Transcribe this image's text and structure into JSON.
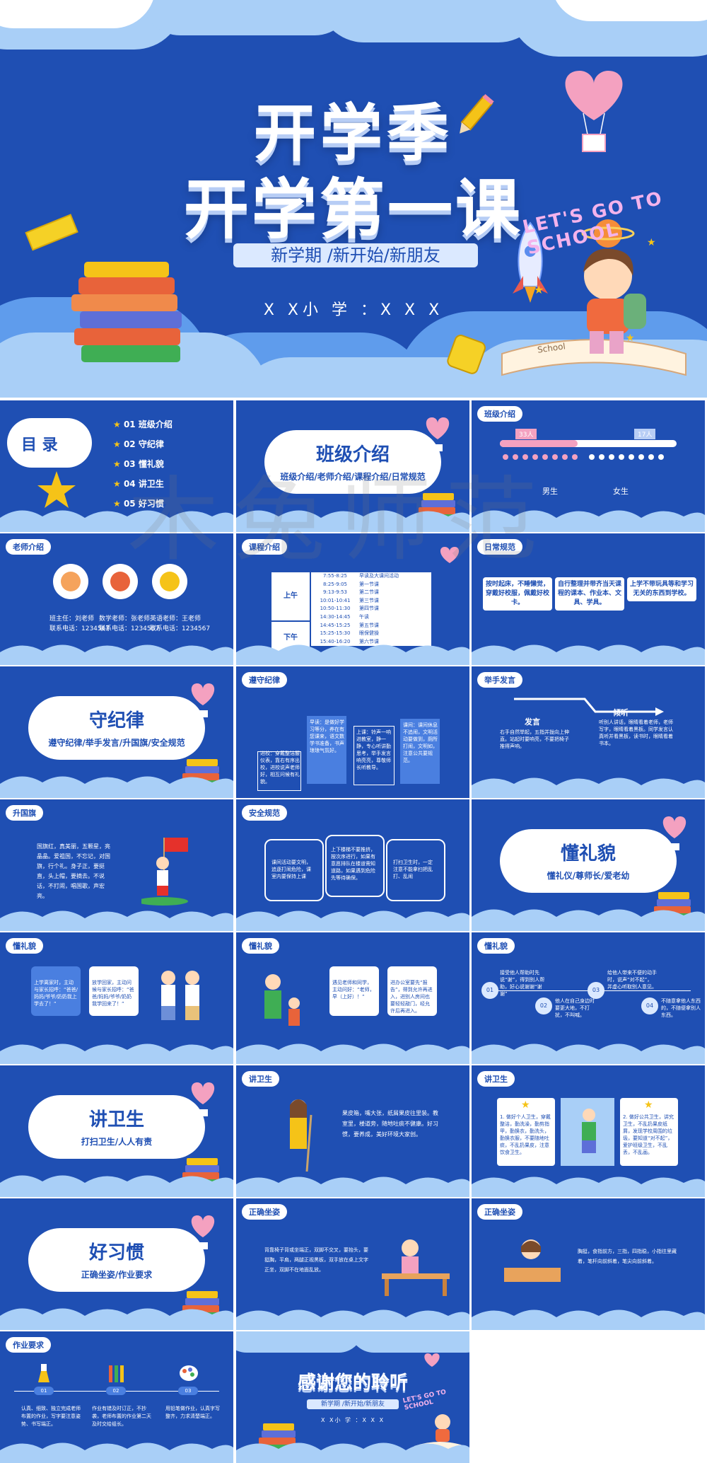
{
  "hero": {
    "title_line1": "开学季",
    "title_line2": "开学第一课",
    "subtitle": "新学期 /新开始/新朋友",
    "school": "X  X小  学  ：X  X  X",
    "lets_go": "LET'S GO TO SCHOOL",
    "book_text": "School"
  },
  "slide_contents": {
    "title": "目 录",
    "items": [
      "01 班级介绍",
      "02 守纪律",
      "03 懂礼貌",
      "04 讲卫生",
      "05 好习惯"
    ]
  },
  "slide_class_cover": {
    "title": "班级介绍",
    "subtitle": "班级介绍/老师介绍/课程介绍/日常规范"
  },
  "slide_class_intro": {
    "tag": "班级介绍",
    "boys_count": "33人",
    "girls_count": "17人",
    "boys_label": "男生",
    "girls_label": "女生"
  },
  "slide_teachers": {
    "tag": "老师介绍",
    "teachers": [
      {
        "role": "班主任：刘老师",
        "phone": "联系电话：1234567"
      },
      {
        "role": "数学老师：张老师",
        "phone": "联系电话：1234567"
      },
      {
        "role": "英语老师：王老师",
        "phone": "联系电话：1234567"
      }
    ]
  },
  "slide_schedule": {
    "tag": "课程介绍",
    "am": "上午",
    "pm": "下午",
    "rows": [
      [
        "7:55-8:25",
        "早读及大课间活动"
      ],
      [
        "8:25-9:05",
        "第一节课"
      ],
      [
        "9:13-9:53",
        "第二节课"
      ],
      [
        "10:01-10:41",
        "第三节课"
      ],
      [
        "10:50-11:30",
        "第四节课"
      ],
      [
        "14:30-14:45",
        "午读"
      ],
      [
        "14:45-15:25",
        "第五节课"
      ],
      [
        "15:25-15:30",
        "眼保健操"
      ],
      [
        "15:40-16:20",
        "第六节课"
      ]
    ]
  },
  "slide_daily": {
    "tag": "日常规范",
    "items": [
      "按时起床，不睡懒觉，穿戴好校服，佩戴好校卡。",
      "自行整理并带齐当天课程的课本、作业本、文具、学具。",
      "上学不带玩具等和学习无关的东西到学校。"
    ]
  },
  "slide_discipline_cover": {
    "title": "守纪律",
    "subtitle": "遵守纪律/举手发言/升国旗/安全规范"
  },
  "slide_discipline": {
    "tag": "遵守纪律",
    "items": [
      "进校：穿戴整洁服仪表，靠右有序出校，进校说声老师好，相互问候有礼貌。",
      "早读：是做好学习等分，养在有您课来，语文数学书准备，书声琅琅气氛好。",
      "上课：铃声一响进教室，静一静，专心听讲勤思考，举手发言响亮亮，尊敬师长听教导。",
      "课间：课间休息不追闹，文明活动要做到，厕所打闹，文明如，注意公共要规范。"
    ]
  },
  "slide_hands_up": {
    "tag": "举手发言",
    "speak_label": "发言",
    "listen_label": "倾听",
    "speak_text": "右手自然举起，五指并拢向上伸直。站起时要响亮，不要把椅子推得声响。",
    "listen_text": "听别人讲话，眼睛看着老师，老师写字，眼睛看着黑板。同学发言认真听并看黑板，读书时，眼睛看着书本。"
  },
  "slide_flag": {
    "tag": "升国旗",
    "text": "国旗红，真美丽，五颗星，亮晶晶。爱祖国，不忘记，对国旗，行个礼。身子正，要挺直，头上帽，要摘去。不说话，不打闹，唱国歌，声宏亮。"
  },
  "slide_safety": {
    "tag": "安全规范",
    "items": [
      "课间活动要文明，追逐打闹危险，课室内要保持上课",
      "上下楼梯不要推挤，按次序进行，如果有意愿排队在楼道需知道路，如果遇到危险先等待确保。",
      "打扫卫生时，一定注意不能拿扫把乱打、乱闹"
    ]
  },
  "slide_manners_cover": {
    "title": "懂礼貌",
    "subtitle": "懂礼仪/尊师长/爱老幼"
  },
  "slide_manners_a": {
    "tag": "懂礼貌",
    "items": [
      "上学离家时，主动与家长招呼：“爸爸/妈妈/爷爷/奶奶我上学去了！”",
      "放学回家，主动问候与家长招呼：“爸爸/妈妈/爷爷/奶奶我学回来了！”"
    ]
  },
  "slide_manners_b": {
    "tag": "懂礼貌",
    "items": [
      "遇见老师和同学，主动问好：“老师，早（上好）！”",
      "进办公室要先“报告”，得到允许再进入，进别人房间也要轻轻敲门，经允许后再进入。"
    ]
  },
  "slide_manners_c": {
    "tag": "懂礼貌",
    "items": [
      {
        "num": "01",
        "text": "接受他人帮助时先说“谢”，得到别人帮助，好心说谢谢“谢谢”"
      },
      {
        "num": "02",
        "text": "他人在自己身边时要更大地，不打扰，不叫喊。"
      },
      {
        "num": "03",
        "text": "给他人带来不便的动手时，说声“对不起”，并虚心听取别人意见。"
      },
      {
        "num": "04",
        "text": "不随意拿他人东西的，不随便拿别人东西。"
      }
    ]
  },
  "slide_hygiene_cover": {
    "title": "讲卫生",
    "subtitle": "打扫卫生/人人有责"
  },
  "slide_hygiene_a": {
    "tag": "讲卫生",
    "text": "果皮箱，嘴大张，纸屑果皮往里装。教室里，楼道旁，随地吐痰不健康。好习惯，要养成，美好环境大家创。"
  },
  "slide_hygiene_b": {
    "tag": "讲卫生",
    "items": [
      "1. 做好个人卫生，穿戴整洁，勤洗澡，勤剪指甲，勤换衣，勤洗头，勤换衣服，不要随地吐痰，不乱扔果皮，注意饮食卫生。",
      "2. 做好公共卫生，讲究卫生，不乱扔果皮纸屑，发现学校周围的垃圾，要知道“对不起”，爱护班级卫生，不乱丢，不乱画。"
    ]
  },
  "slide_habits_cover": {
    "title": "好习惯",
    "subtitle": "正确坐姿/作业要求"
  },
  "slide_posture_a": {
    "tag": "正确坐姿",
    "text": "背靠椅子背或坐端正，双脚不交叉，要抬头，要挺胸，平肩，两腿正视黑板，双手放在桌上文字正坐，双脚不在地面乱放。"
  },
  "slide_posture_b": {
    "tag": "正确坐姿",
    "text": "胸挺，食指前方，三指，四指稳，小指往里藏着，笔杆向前斜着，笔尖向前斜着。"
  },
  "slide_homework": {
    "tag": "作业要求",
    "items": [
      {
        "num": "01",
        "text": "认真、细致、独立完成老师布置的作业，写字要注意姿势、书写端正。"
      },
      {
        "num": "02",
        "text": "作业有错及时订正，不抄袭，老师布置的作业第二天及时交给组长。"
      },
      {
        "num": "03",
        "text": "用铅笔做作业，认真字写整齐，力求清楚端正。"
      }
    ]
  },
  "slide_thanks": {
    "title": "感谢您的聆听",
    "subtitle": "新学期 /新开始/新朋友",
    "school": "X  X小  学  ：X  X  X",
    "lets_go": "LET'S GO TO SCHOOL"
  },
  "watermark": "木兔师范",
  "colors": {
    "blue": "#1f4fb3",
    "light_blue": "#a9cff7",
    "pink": "#f4a1c0",
    "yellow": "#f5c318"
  }
}
